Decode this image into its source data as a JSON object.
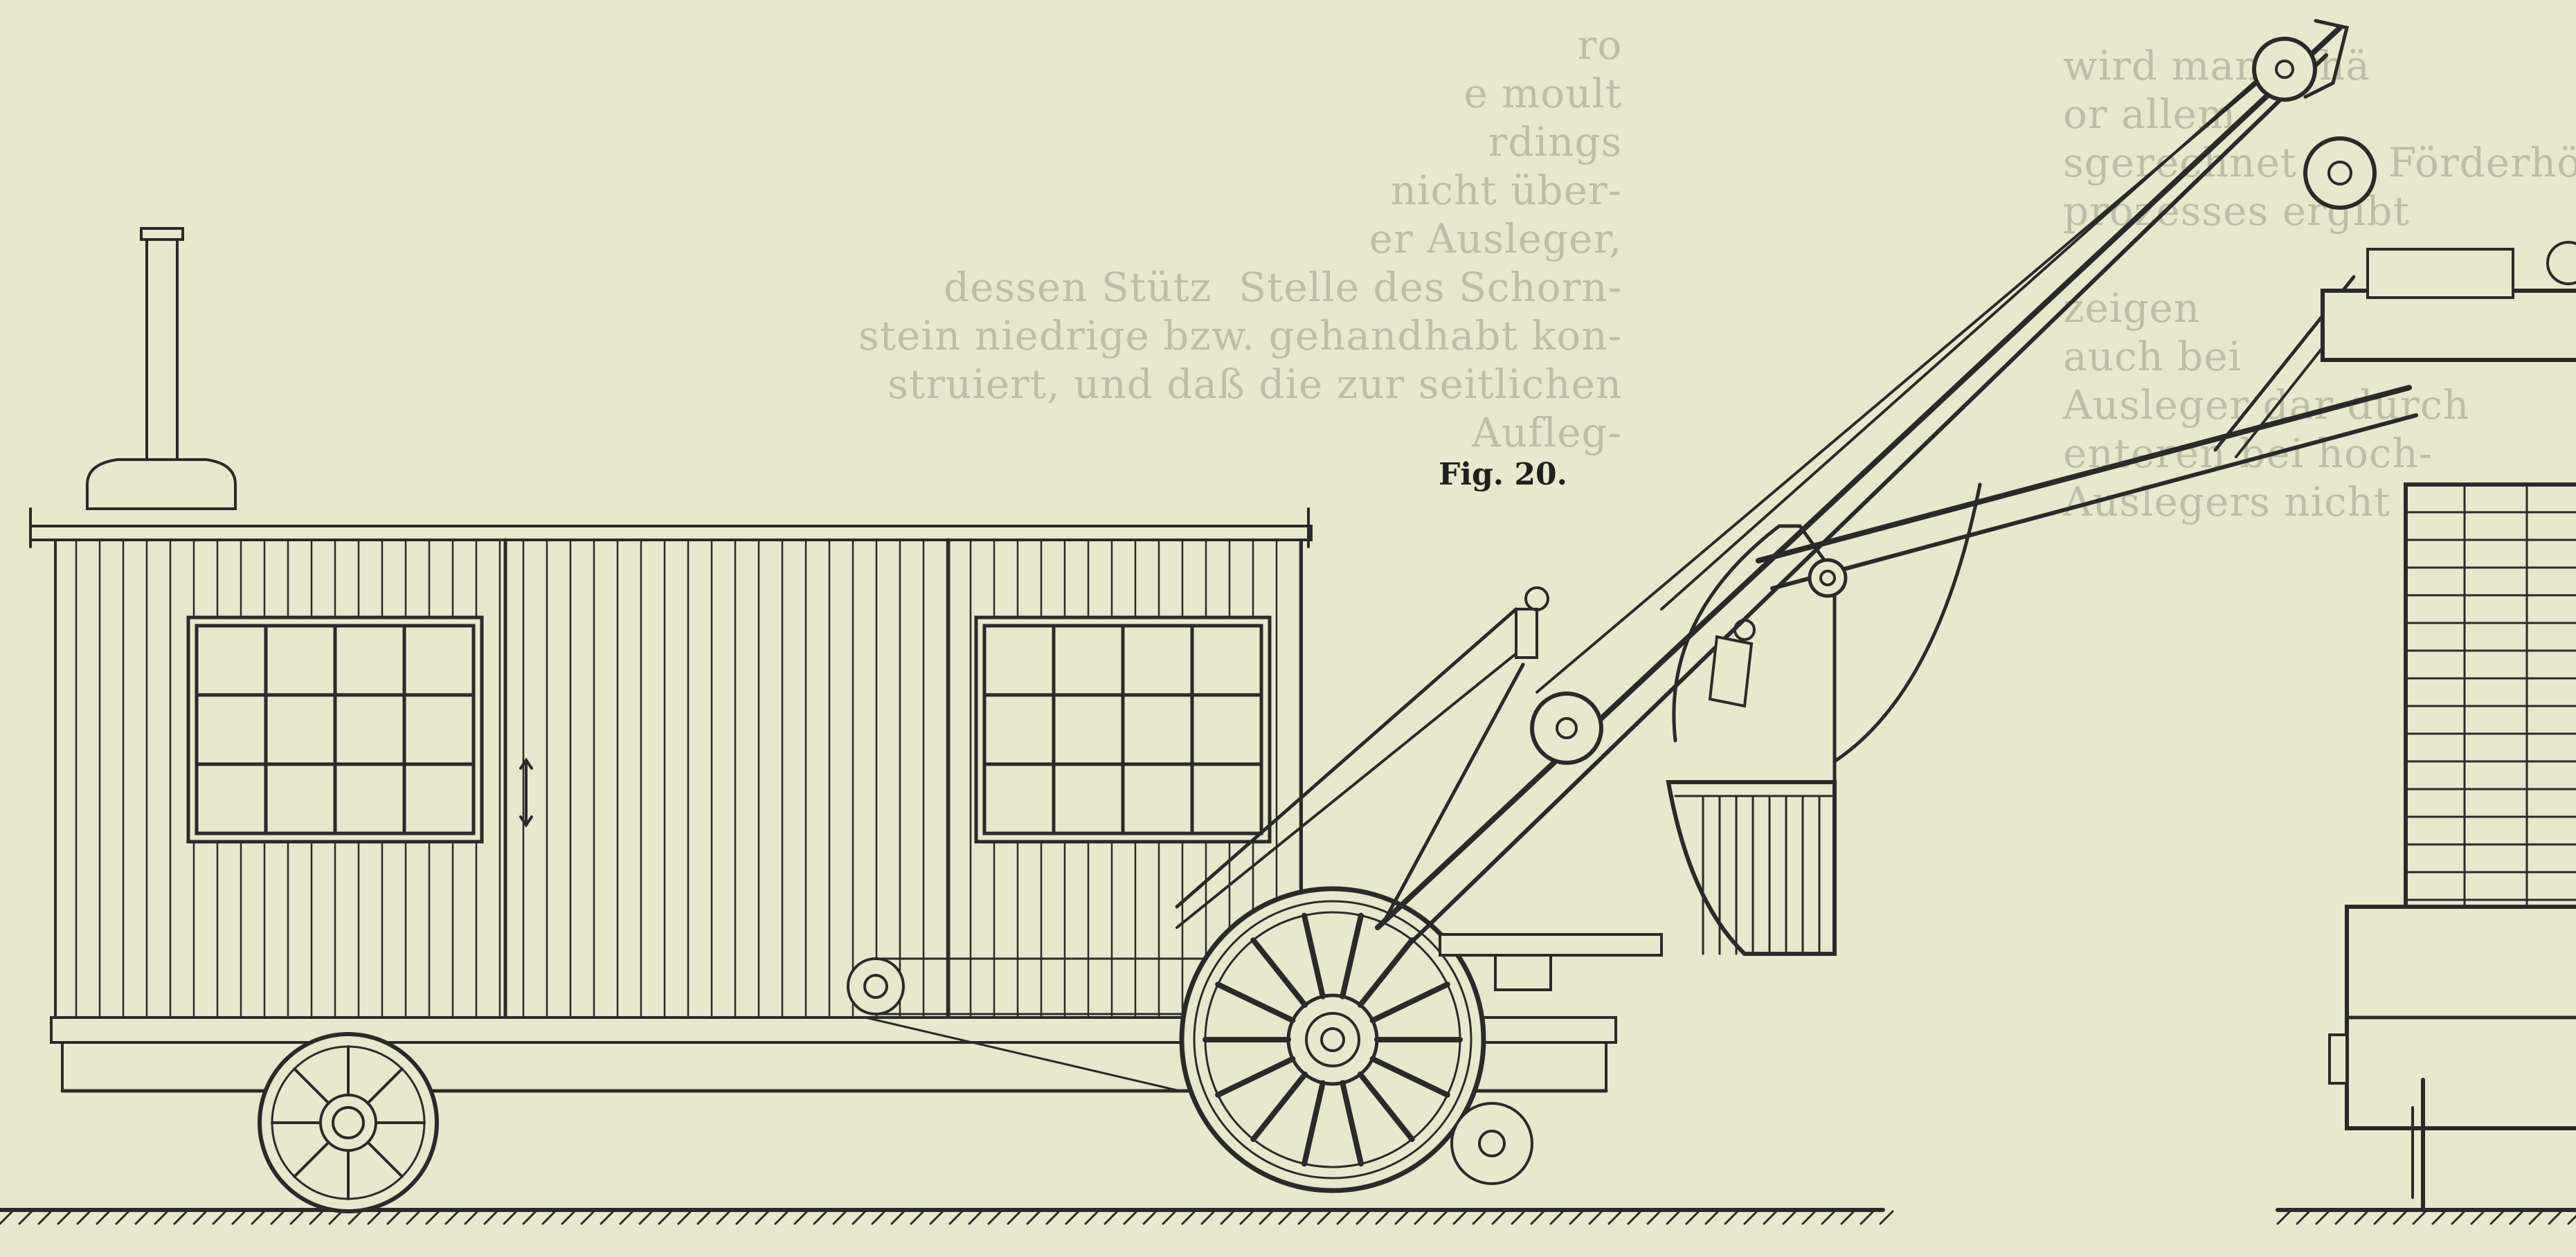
{
  "figure": {
    "label": "Fig. 20."
  },
  "bleed_left_lines": [
    "ro",
    "e moult",
    "rdings",
    "nicht über-",
    "er Ausleger,",
    "dessen Stütz  Stelle des Schorn-",
    "stein niedrige bzw. gehandhabt kon-",
    "struiert, und daß die zur seitlichen",
    "                 Aufleg-"
  ],
  "bleed_right_lines": [
    "wird man erhä",
    "or allem",
    "sgerechnet die Förderhöhe",
    "prozesses ergibt",
    "",
    "zeigen",
    "auch bei",
    "Ausleger dar durch",
    "enteren bei hoch-",
    "Auslegers nicht vor."
  ],
  "colors": {
    "paper": "#e7e8cc",
    "ink": "#2a2a2a",
    "bleed": "#b9bba2"
  }
}
